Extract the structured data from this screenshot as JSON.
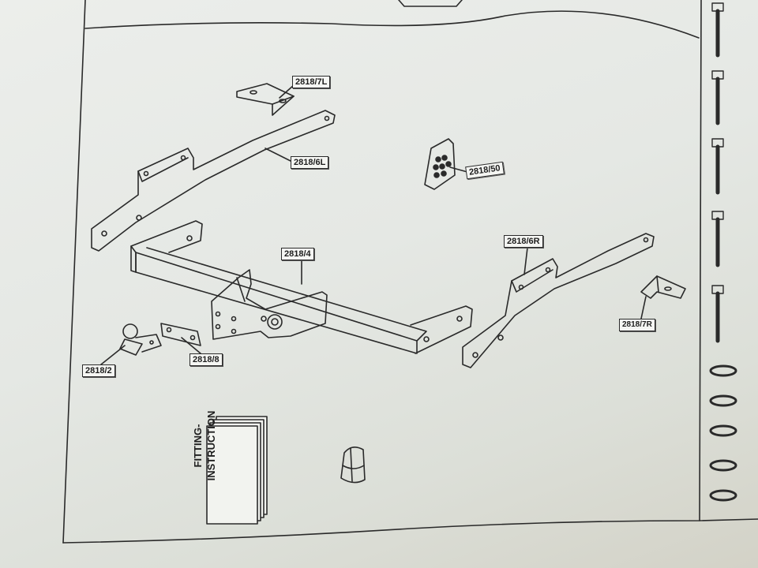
{
  "labels": {
    "bracket_left_small": "2818/7L",
    "arm_left": "2818/6L",
    "bolt_kit": "2818/50",
    "crossbar": "2818/4",
    "arm_right": "2818/6R",
    "bracket_right_small": "2818/7R",
    "towball": "2818/2",
    "spacer_plate": "2818/8"
  },
  "instruction_booklet": {
    "line1": "FITTING-",
    "line2": "INSTRUCTION"
  }
}
